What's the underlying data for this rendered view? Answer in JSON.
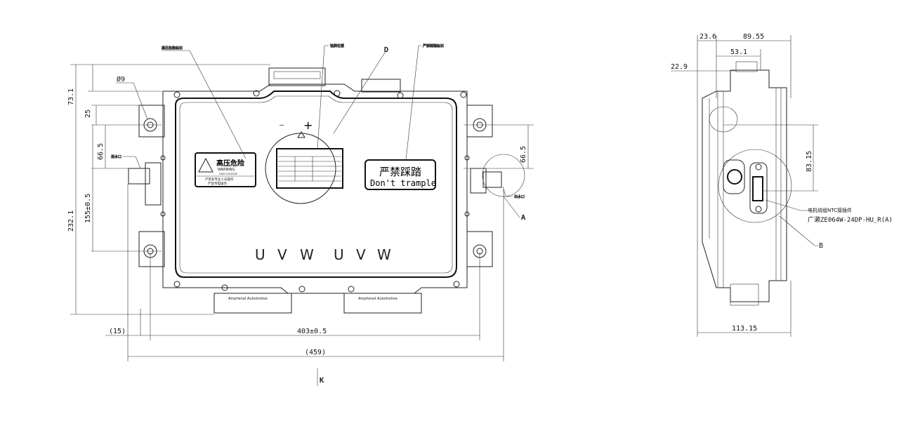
{
  "front_view": {
    "dimensions": {
      "d731": "73.1",
      "d25": "25",
      "d665_left": "66.5",
      "d155": "155±0.5",
      "d2321": "232.1",
      "phi9": "Ø9",
      "d15": "(15)",
      "d403": "403±0.5",
      "d459": "(459)",
      "d665_right": "66.5"
    },
    "callouts": {
      "hv_label": "高压危险标识",
      "nameplate": "铭牌位置",
      "no_step": "严禁踩踏标识",
      "inlet": "进水口",
      "outlet": "出水口",
      "D": "D",
      "A": "A",
      "K": "K"
    },
    "warning_label": {
      "title": "高压危险",
      "warning": "WARNING",
      "sub": "HIGH VOLTAGE",
      "line1": "严禁非专业人员操作",
      "line2": "严禁带电操作"
    },
    "no_step_label": {
      "cn": "严禁踩踏",
      "en": "Don't trample"
    },
    "polarity": {
      "minus": "—",
      "plus": "+"
    },
    "phases": [
      "U",
      "V",
      "W",
      "U",
      "V",
      "W"
    ],
    "connectors": [
      "Amphenol Automotive",
      "Amphenol Automotive"
    ]
  },
  "side_view": {
    "dimensions": {
      "d236": "23.6",
      "d8955": "89.55",
      "d531": "53.1",
      "d229": "22.9",
      "d8315": "83.15",
      "d11315": "113.15"
    },
    "connector_note": {
      "line1": "电机绕组NTC接插件",
      "line2": "广濑ZE064W-24DP-HU_R(A)"
    },
    "callout_B": "B"
  }
}
